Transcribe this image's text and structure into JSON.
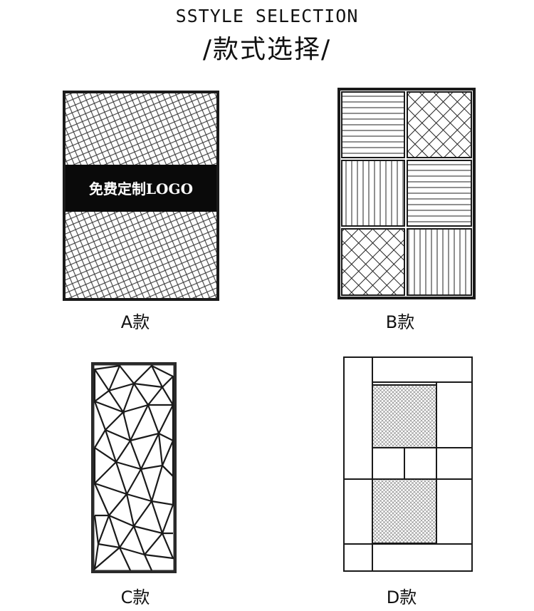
{
  "header": {
    "title_en": "SSTYLE SELECTION",
    "title_cn": "/款式选择/"
  },
  "styles": [
    {
      "label": "A款",
      "logo_text": "免费定制LOGO"
    },
    {
      "label": "B款"
    },
    {
      "label": "C款"
    },
    {
      "label": "D款"
    }
  ],
  "colors": {
    "line": "#1a1a1a",
    "logo_bg": "#0a0a0a",
    "logo_text": "#ffffff",
    "background": "#ffffff"
  }
}
